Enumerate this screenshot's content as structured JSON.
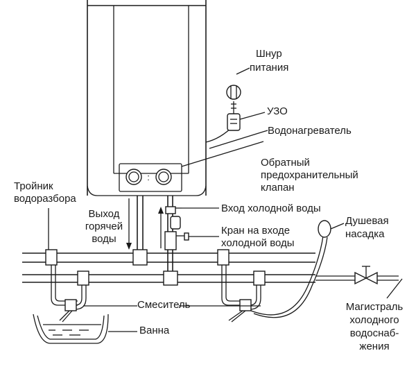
{
  "labels": {
    "power_cord_1": "Шнур",
    "power_cord_2": "питания",
    "rcd": "УЗО",
    "heater": "Водонагреватель",
    "check_valve_1": "Обратный",
    "check_valve_2": "предохранительный",
    "check_valve_3": "клапан",
    "cold_inlet": "Вход холодной воды",
    "tee_1": "Тройник",
    "tee_2": "водоразбора",
    "hot_outlet_1": "Выход",
    "hot_outlet_2": "горячей",
    "hot_outlet_3": "воды",
    "inlet_tap_1": "Кран на входе",
    "inlet_tap_2": "холодной воды",
    "shower_1": "Душевая",
    "shower_2": "насадка",
    "mixer": "Смеситель",
    "bath": "Ванна",
    "main_1": "Магистраль",
    "main_2": "холодного",
    "main_3": "водоснаб-",
    "main_4": "жения"
  },
  "panel": {
    "separator": ":"
  }
}
